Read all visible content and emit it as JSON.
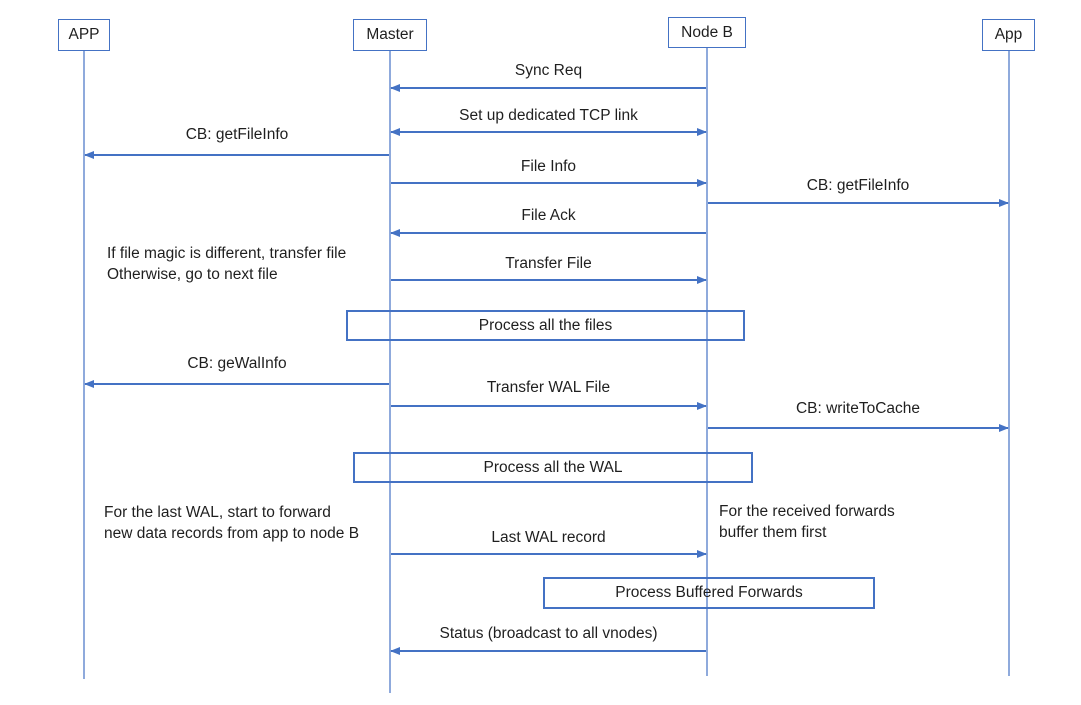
{
  "diagram": {
    "type": "sequence-diagram",
    "colors": {
      "accent": "#4472C4",
      "lifeline": "#8FAADC",
      "text": "#1F1F1F",
      "background": "#FFFFFF"
    },
    "actors": [
      {
        "name": "APP"
      },
      {
        "name": "Master"
      },
      {
        "name": "Node B"
      },
      {
        "name": "App"
      }
    ],
    "messages": [
      {
        "label": "Sync Req",
        "from": "Node B",
        "to": "Master"
      },
      {
        "label": "Set up dedicated TCP link",
        "from": "Master",
        "to": "Node B",
        "bidirectional": true
      },
      {
        "label": "CB: getFileInfo",
        "from": "Master",
        "to": "APP"
      },
      {
        "label": "File Info",
        "from": "Master",
        "to": "Node B"
      },
      {
        "label": "CB: getFileInfo",
        "from": "Node B",
        "to": "App"
      },
      {
        "label": "File Ack",
        "from": "Node B",
        "to": "Master"
      },
      {
        "label": "Transfer File",
        "from": "Master",
        "to": "Node B"
      },
      {
        "label": "CB: geWalInfo",
        "from": "Master",
        "to": "APP"
      },
      {
        "label": "Transfer WAL File",
        "from": "Master",
        "to": "Node B"
      },
      {
        "label": "CB: writeToCache",
        "from": "Node B",
        "to": "App"
      },
      {
        "label": "Last WAL record",
        "from": "Master",
        "to": "Node B"
      },
      {
        "label": "Status (broadcast to all vnodes)",
        "from": "Node B",
        "to": "Master"
      }
    ],
    "process_boxes": [
      {
        "label": "Process all the files"
      },
      {
        "label": "Process all the WAL"
      },
      {
        "label": "Process Buffered Forwards"
      }
    ],
    "notes": [
      {
        "line1": "If file magic is different, transfer file",
        "line2": "Otherwise, go to next file"
      },
      {
        "line1": "For the last WAL, start to forward",
        "line2": "new data records from app to node B"
      },
      {
        "line1": "For the received forwards",
        "line2": "buffer them first"
      }
    ]
  }
}
